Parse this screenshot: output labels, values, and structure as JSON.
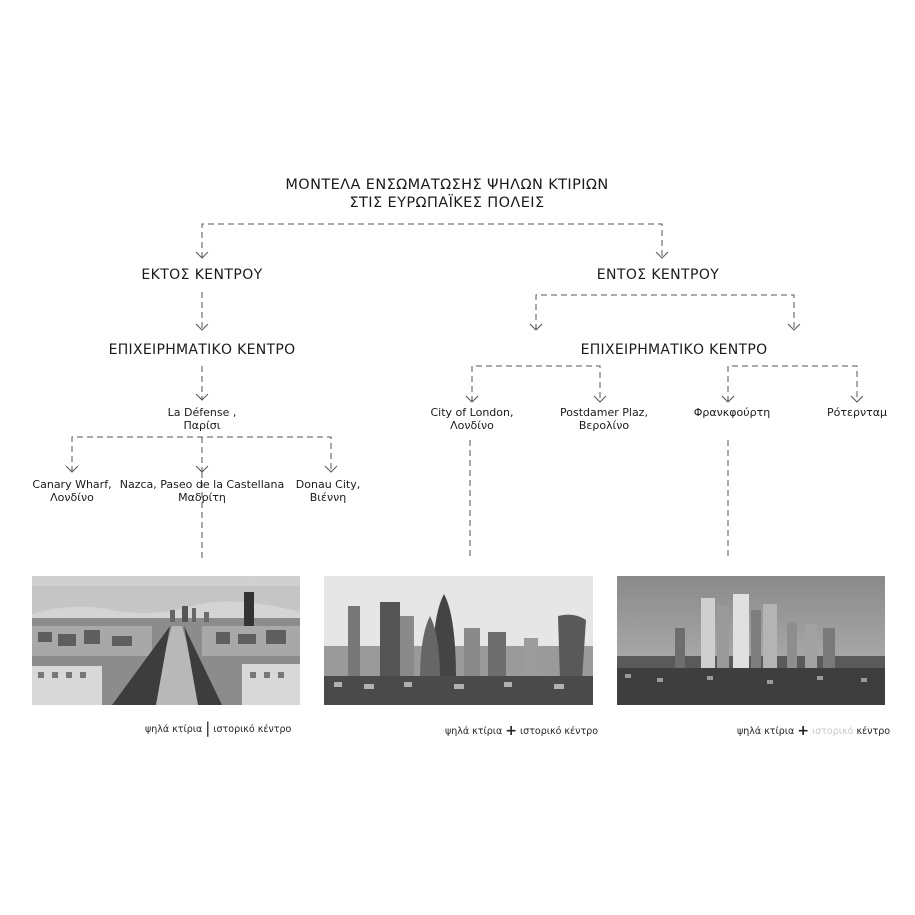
{
  "title": {
    "line1": "ΜΟΝΤΕΛΑ ΕΝΣΩΜΑΤΩΣΗΣ ΨΗΛΩΝ ΚΤΙΡΙΩΝ",
    "line2": "ΣΤΙΣ ΕΥΡΩΠΑΪΚΕΣ ΠΟΛΕΙΣ"
  },
  "outside": {
    "label": "ΕΚΤΟΣ ΚΕΝΤΡΟΥ",
    "business": "ΕΠΙΧΕΙΡΗΜΑΤΙΚΟ ΚΕΝΤΡΟ",
    "ladefense": {
      "line1": "La Défense ,",
      "line2": "Παρίσι"
    },
    "children": [
      {
        "line1": "Canary Wharf,",
        "line2": "Λονδίνο"
      },
      {
        "line1": "Nazca, Paseo de la Castellana",
        "line2": "Μαδρίτη"
      },
      {
        "line1": "Donau City,",
        "line2": "Βιέννη"
      }
    ]
  },
  "inside": {
    "label": "ΕΝΤΟΣ ΚΕΝΤΡΟΥ",
    "business": "ΕΠΙΧΕΙΡΗΜΑΤΙΚΟ ΚΕΝΤΡΟ",
    "children": [
      {
        "line1": "City of London,",
        "line2": "Λονδίνο"
      },
      {
        "line1": "Postdamer Plaz,",
        "line2": "Βερολίνο"
      },
      {
        "line1": "Φρανκφούρτη",
        "line2": ""
      },
      {
        "line1": "Ρότερνταμ",
        "line2": ""
      }
    ]
  },
  "captions": {
    "left": {
      "a": "ψηλά κτίρια",
      "sep": "|",
      "b": "ιστορικό κέντρο"
    },
    "middle": {
      "a": "ψηλά κτίρια",
      "sep": "+",
      "b": "ιστορικό κέντρο"
    },
    "right": {
      "a": "ψηλά κτίρια",
      "sep": "+",
      "faded": "ιστορικό",
      "b": "κέντρο"
    }
  },
  "colors": {
    "line": "#555555",
    "text": "#1a1a1a",
    "faded": "#c8c8c8"
  }
}
